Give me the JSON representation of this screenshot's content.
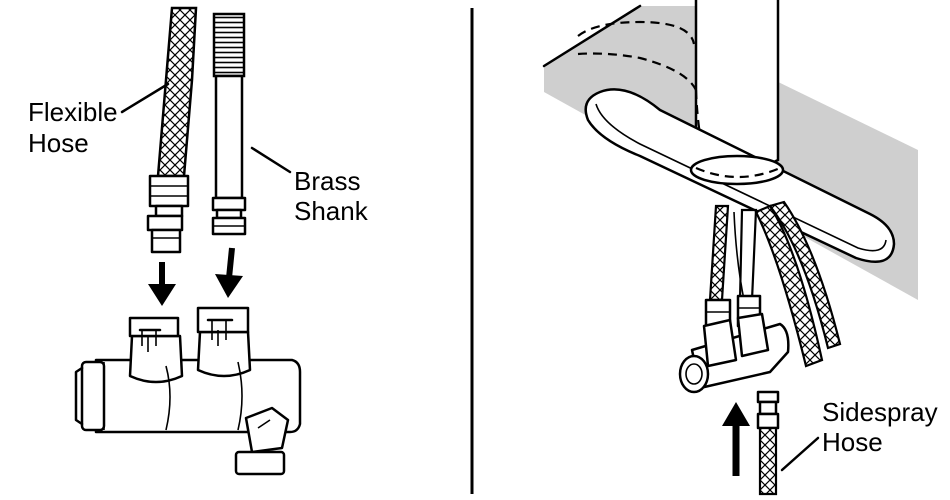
{
  "labels": {
    "flexible_hose_line1": "Flexible",
    "flexible_hose_line2": "Hose",
    "brass_shank_line1": "Brass",
    "brass_shank_line2": "Shank",
    "sidespray_line1": "Sidespray",
    "sidespray_line2": "Hose"
  }
}
